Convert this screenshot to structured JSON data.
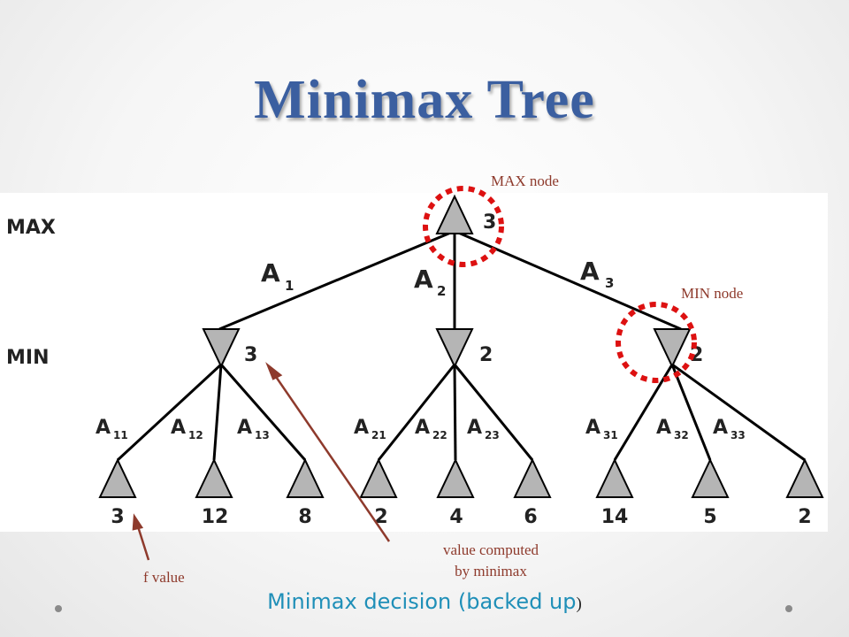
{
  "title": "Minimax Tree",
  "levels": {
    "max": "MAX",
    "min": "MIN"
  },
  "root": {
    "value": "3"
  },
  "root_branches": [
    "1",
    "2",
    "3"
  ],
  "min_nodes": [
    {
      "value": "3",
      "branches": [
        "11",
        "12",
        "13"
      ]
    },
    {
      "value": "2",
      "branches": [
        "21",
        "22",
        "23"
      ]
    },
    {
      "value": "2",
      "branches": [
        "31",
        "32",
        "33"
      ]
    }
  ],
  "leaf_values": [
    "3",
    "12",
    "8",
    "2",
    "4",
    "6",
    "14",
    "5",
    "2"
  ],
  "annotations": {
    "max_node": "MAX node",
    "min_node": "MIN node",
    "value_computed_line1": "value computed",
    "value_computed_line2": "by minimax",
    "f_value": "f value"
  },
  "caption": {
    "main": "Minimax decision (backed up",
    "paren": ")"
  },
  "colors": {
    "title": "#3b5fa0",
    "node_fill": "#b5b5b5",
    "highlight": "#dd1111",
    "annotation": "#8e3a2c",
    "caption": "#1f8fb8"
  }
}
